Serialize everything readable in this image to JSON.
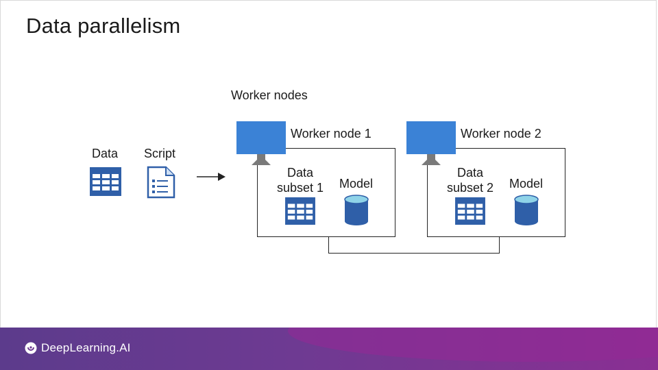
{
  "slide": {
    "title": "Data parallelism"
  },
  "inputs": {
    "data_label": "Data",
    "script_label": "Script"
  },
  "worker_nodes_heading": "Worker nodes",
  "nodes": [
    {
      "title": "Worker node 1",
      "data_line1": "Data",
      "data_line2": "subset 1",
      "model_label": "Model"
    },
    {
      "title": "Worker node 2",
      "data_line1": "Data",
      "data_line2": "subset 2",
      "model_label": "Model"
    }
  ],
  "colors": {
    "icon_blue": "#2f5fa8",
    "monitor_blue": "#3b82d6",
    "stand_gray": "#7a7a7a",
    "cylinder_top": "#8fd3e8",
    "footer_left": "#5c3b8c",
    "footer_right": "#8a2f93"
  },
  "icons": {
    "data": "table-icon",
    "script": "document-list-icon",
    "monitor": "monitor-icon",
    "model": "database-cylinder-icon",
    "arrow": "arrow-right-icon",
    "brand": "deeplearning-logo-icon"
  },
  "footer": {
    "brand": "DeepLearning.AI"
  }
}
